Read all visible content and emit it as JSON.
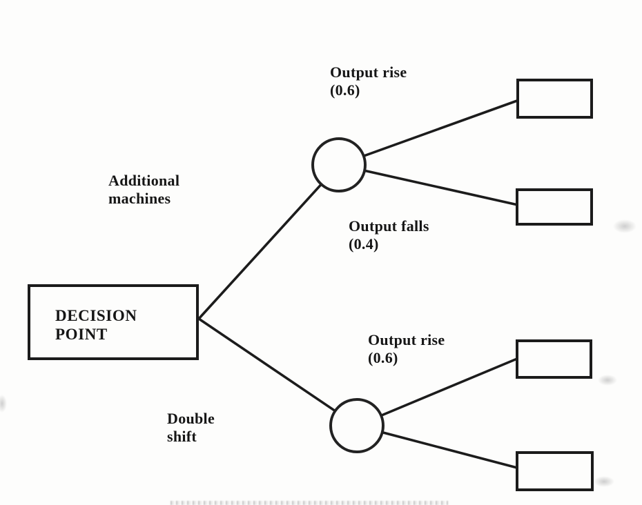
{
  "diagram": {
    "type": "decision-tree",
    "decision_node": {
      "line1": "DECISION",
      "line2": "POINT"
    },
    "action_branches": [
      {
        "line1": "Additional",
        "line2": "machines"
      },
      {
        "line1": "Double",
        "line2": "shift"
      }
    ],
    "outcome_labels": [
      {
        "name": "Output rise",
        "probability": "(0.6)"
      },
      {
        "name": "Output falls",
        "probability": "(0.4)"
      },
      {
        "name": "Output rise",
        "probability": "(0.6)"
      }
    ],
    "chance_node_count": 2,
    "terminal_box_count": 4
  },
  "colors": {
    "paper": "#fdfdfc",
    "ink": "#1b1b1b"
  }
}
